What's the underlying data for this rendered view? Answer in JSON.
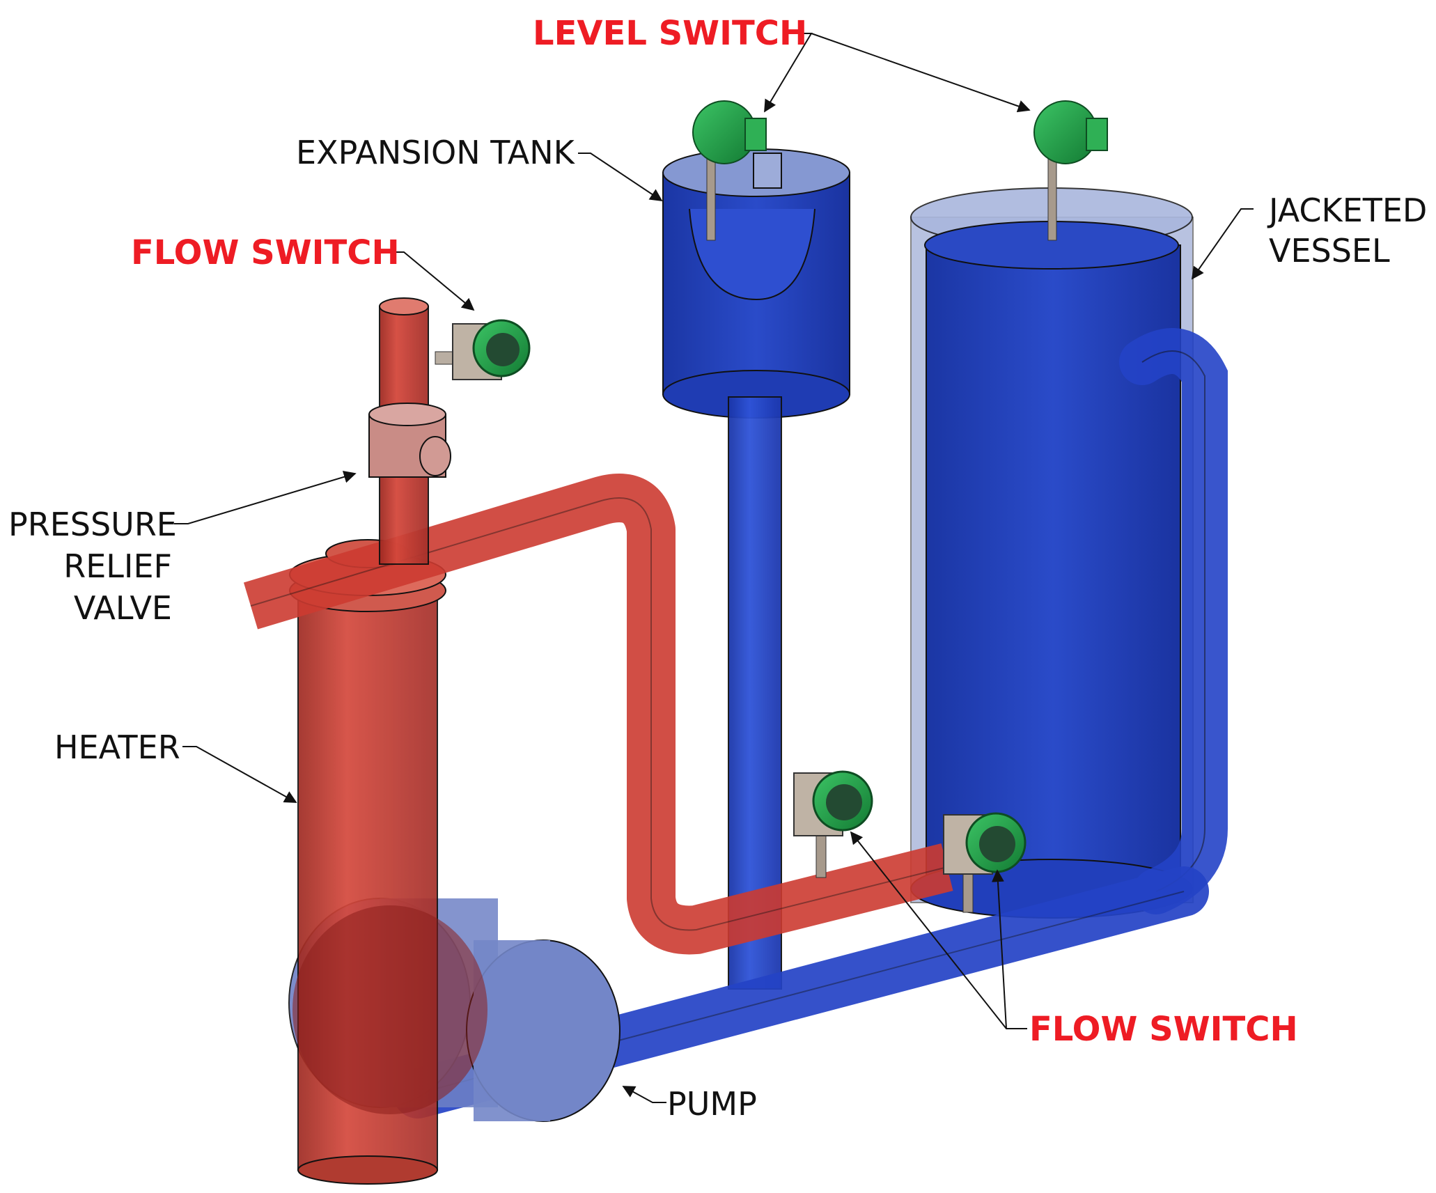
{
  "colors": {
    "hot_pipe": "#c8382e",
    "cold_pipe": "#1e3fc4",
    "switch_green": "#1f9b46",
    "accent_label": "#ee1c24",
    "label_text": "#111111"
  },
  "labels": {
    "level_switch": "LEVEL SWITCH",
    "expansion_tank": "EXPANSION TANK",
    "flow_switch_top": "FLOW SWITCH",
    "jacketed": "JACKETED",
    "vessel": "VESSEL",
    "pressure": "PRESSURE",
    "relief": "RELIEF",
    "valve": "VALVE",
    "heater": "HEATER",
    "pump": "PUMP",
    "flow_switch_bottom": "FLOW SWITCH"
  },
  "icons": {
    "switch": "explosion-proof-switch-icon"
  }
}
